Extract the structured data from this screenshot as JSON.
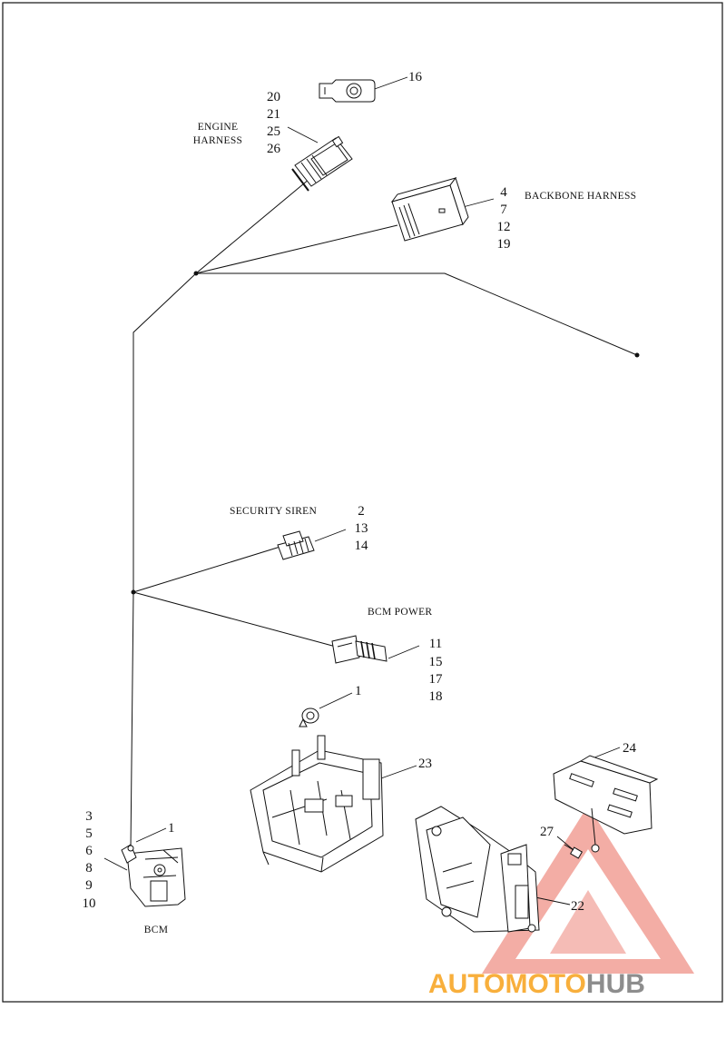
{
  "labels": {
    "engine_harness": [
      "ENGINE",
      "HARNESS"
    ],
    "backbone_harness": "BACKBONE HARNESS",
    "security_siren": "SECURITY SIREN",
    "bcm_power": "BCM POWER",
    "bcm": "BCM"
  },
  "callouts": {
    "c16": [
      "16"
    ],
    "engine": [
      "20",
      "21",
      "25",
      "26"
    ],
    "backbone": [
      "4",
      "7",
      "12",
      "19"
    ],
    "siren": [
      "2",
      "13",
      "14"
    ],
    "power": [
      "11",
      "15",
      "17",
      "18"
    ],
    "clip": [
      "1"
    ],
    "c23": [
      "23"
    ],
    "c24": [
      "24"
    ],
    "c27": [
      "27"
    ],
    "c22": [
      "22"
    ],
    "bcm_left": [
      "3",
      "5",
      "6",
      "8",
      "9",
      "10"
    ],
    "bcm_top": [
      "1"
    ]
  },
  "watermark": {
    "part1": "AUTOMOTO",
    "part2": "HUB"
  },
  "colors": {
    "line": "#111111",
    "watermark_red": "#e0301e",
    "watermark_orange": "#f7a21b",
    "watermark_gray": "#7a7a7a"
  }
}
